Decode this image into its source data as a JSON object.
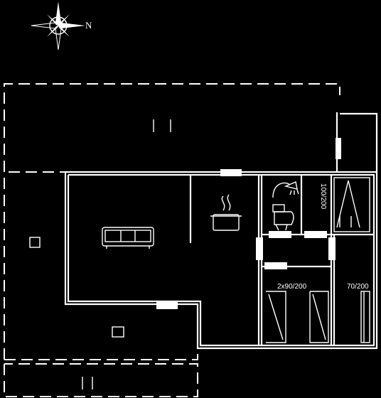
{
  "compass": {
    "direction_label": "N"
  },
  "rooms": {
    "shower_size": "100/200",
    "bedroom_1_bed": "2x90/200",
    "bedroom_2_bed": "70/200"
  },
  "icons": [
    "compass-rose-icon",
    "sofa-icon",
    "cooking-pot-icon",
    "shower-icon",
    "toilet-icon",
    "bed-icon",
    "window-icon"
  ]
}
